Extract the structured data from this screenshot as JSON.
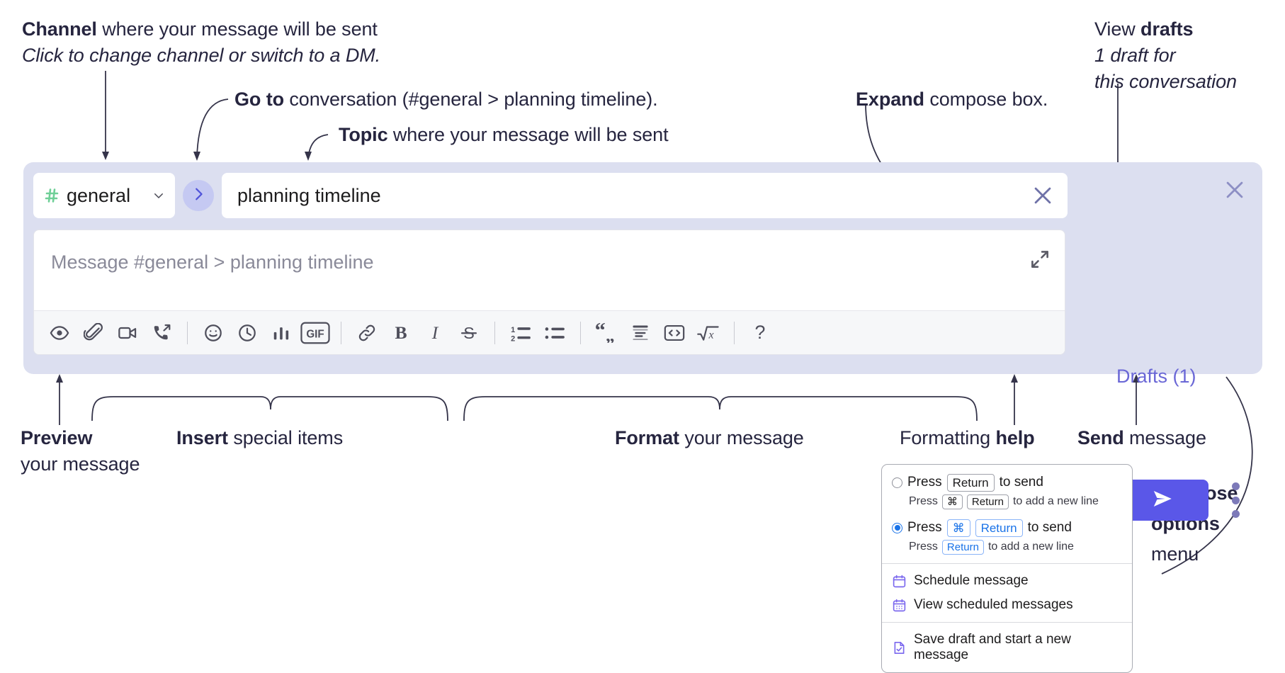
{
  "annotations": {
    "channel": {
      "title_bold": "Channel",
      "title_rest": " where your message will be sent",
      "sub": "Click to change channel or switch to a DM."
    },
    "goto": {
      "bold": "Go to",
      "rest": " conversation (#general > planning timeline)."
    },
    "topic": {
      "bold": "Topic",
      "rest": " where your message will be sent"
    },
    "expand": {
      "bold": "Expand",
      "rest": " compose box."
    },
    "drafts": {
      "line1_rest": "View ",
      "line1_bold": "drafts",
      "line2": "1 draft for",
      "line3": "this conversation"
    },
    "preview": {
      "bold": "Preview",
      "line2": "your message"
    },
    "insert": {
      "bold": "Insert",
      "rest": " special items"
    },
    "format": {
      "bold": "Format",
      "rest": " your message"
    },
    "help": {
      "rest": "Formatting ",
      "bold": "help"
    },
    "send": {
      "bold": "Send",
      "rest": " message"
    },
    "compose_options": {
      "line1": "Compose",
      "line2": "options",
      "line3": "menu"
    }
  },
  "compose": {
    "channel": {
      "name": "general",
      "hash_icon": "hash-icon",
      "chevron_icon": "chevron-down-icon"
    },
    "goto_icon": "chevron-right-icon",
    "topic": {
      "value": "planning timeline",
      "clear_icon": "close-icon"
    },
    "message": {
      "placeholder": "Message #general > planning timeline",
      "value": ""
    },
    "expand_icon": "expand-icon",
    "close_icon": "close-icon",
    "drafts_label": "Drafts (1)",
    "send_icon": "send-paper-plane-icon",
    "kebab_icon": "more-vertical-icon",
    "toolbar": [
      {
        "name": "preview-button",
        "icon": "eye-icon"
      },
      {
        "name": "attach-file-button",
        "icon": "paperclip-icon"
      },
      {
        "name": "record-video-button",
        "icon": "video-camera-icon"
      },
      {
        "name": "record-audio-button",
        "icon": "phone-arrow-icon"
      },
      {
        "name": "separator",
        "icon": "divider"
      },
      {
        "name": "emoji-button",
        "icon": "smiley-icon"
      },
      {
        "name": "schedule-button",
        "icon": "clock-icon"
      },
      {
        "name": "poll-button",
        "icon": "bar-chart-icon"
      },
      {
        "name": "gif-button",
        "icon": "gif-icon"
      },
      {
        "name": "separator",
        "icon": "divider"
      },
      {
        "name": "link-button",
        "icon": "link-icon"
      },
      {
        "name": "bold-button",
        "icon": "bold-icon"
      },
      {
        "name": "italic-button",
        "icon": "italic-icon"
      },
      {
        "name": "strikethrough-button",
        "icon": "strikethrough-icon"
      },
      {
        "name": "separator",
        "icon": "divider"
      },
      {
        "name": "ordered-list-button",
        "icon": "ordered-list-icon"
      },
      {
        "name": "bulleted-list-button",
        "icon": "bulleted-list-icon"
      },
      {
        "name": "separator",
        "icon": "divider"
      },
      {
        "name": "blockquote-button",
        "icon": "quote-icon"
      },
      {
        "name": "code-block-button",
        "icon": "code-block-icon"
      },
      {
        "name": "code-button",
        "icon": "code-inline-icon"
      },
      {
        "name": "latex-button",
        "icon": "square-root-x-icon"
      },
      {
        "name": "separator",
        "icon": "divider"
      },
      {
        "name": "formatting-help-button",
        "icon": "question-mark-icon"
      }
    ],
    "gif_label": "GIF",
    "bold_label": "B",
    "italic_label": "I",
    "strike_label": "S",
    "help_label": "?"
  },
  "dropdown": {
    "options": [
      {
        "selected": false,
        "main_pre": "Press",
        "main_key": "Return",
        "main_post": "to send",
        "sub_pre": "Press",
        "sub_key1": "⌘",
        "sub_key2": "Return",
        "sub_post": "to add a new line"
      },
      {
        "selected": true,
        "main_pre": "Press",
        "main_key1": "⌘",
        "main_key2": "Return",
        "main_post": "to send",
        "sub_pre": "Press",
        "sub_key": "Return",
        "sub_post": "to add a new line"
      }
    ],
    "items": [
      {
        "icon": "calendar-clock-icon",
        "label": "Schedule message"
      },
      {
        "icon": "calendar-grid-icon",
        "label": "View scheduled messages"
      },
      {
        "icon": "save-draft-icon",
        "label": "Save draft and start a new message"
      }
    ]
  },
  "colors": {
    "panel_bg": "#dcdff0",
    "accent": "#5a57e8",
    "drafts_text": "#6a67d6",
    "hash_green": "#6fcf97",
    "goto_bubble": "#c5c9f2",
    "selected_blue": "#1a73e8",
    "menu_icon": "#7b68ee"
  }
}
